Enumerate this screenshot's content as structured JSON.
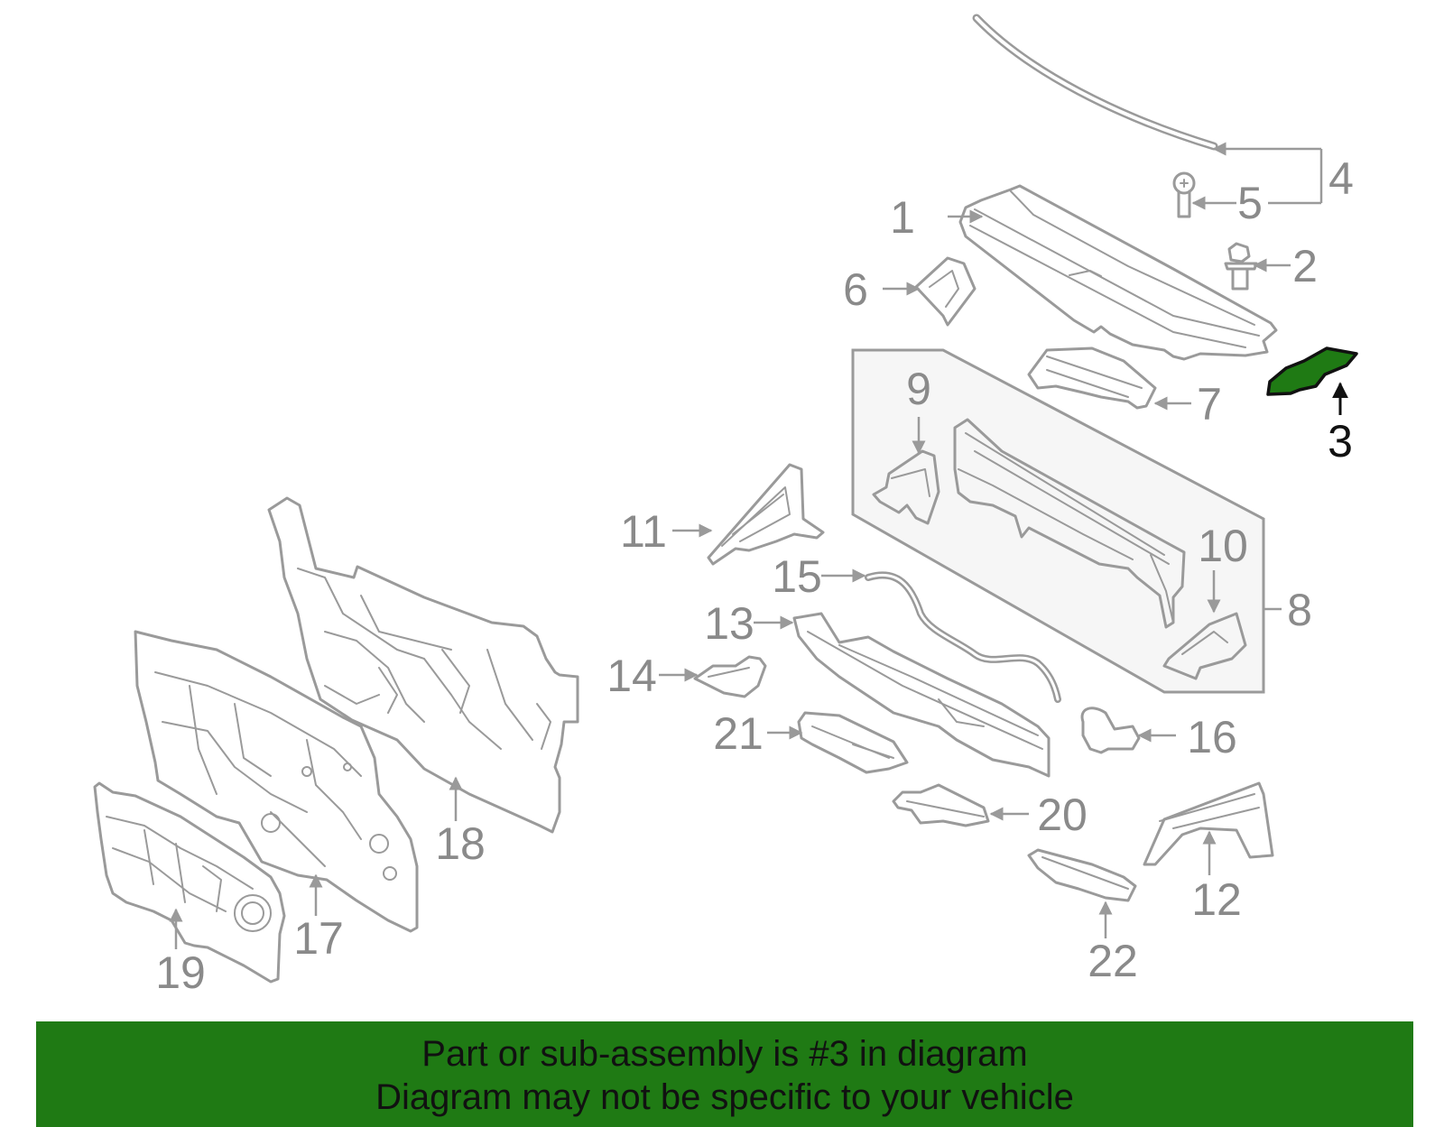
{
  "colors": {
    "line": "#9a9a9a",
    "label": "#8a8a8a",
    "highlight_fill": "#1f7a14",
    "highlight_stroke": "#111111",
    "banner_bg": "#1f7a14",
    "box_bg": "#f6f6f6"
  },
  "highlighted_part": "3",
  "callouts": {
    "c1": "1",
    "c2": "2",
    "c3": "3",
    "c4": "4",
    "c5": "5",
    "c6": "6",
    "c7": "7",
    "c8": "8",
    "c9": "9",
    "c10": "10",
    "c11": "11",
    "c12": "12",
    "c13": "13",
    "c14": "14",
    "c15": "15",
    "c16": "16",
    "c17": "17",
    "c18": "18",
    "c19": "19",
    "c20": "20",
    "c21": "21",
    "c22": "22"
  },
  "banner": {
    "line1": "Part or sub-assembly is #3 in diagram",
    "line2": "Diagram may not be specific to your vehicle"
  }
}
